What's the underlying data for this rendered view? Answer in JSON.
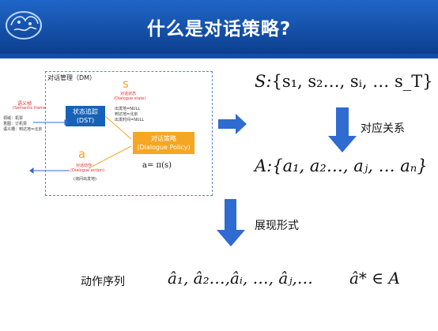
{
  "title": "什么是对话策略?",
  "dm": {
    "label": "对话管理（DM）",
    "s_symbol": "s",
    "s_cn": "对话状态",
    "s_en": "(Dialogue state)",
    "state_lines": [
      "出发地=NULL",
      "到达地=北京",
      "出发时间=NULL"
    ],
    "dst_cn": "状态追踪",
    "dst_en": "(DST)",
    "policy_cn": "对话策略",
    "policy_en": "(Dialogue Policy)",
    "a_symbol": "a",
    "a_cn": "对话动作",
    "a_en": "(Dialogue action)",
    "a_note": "(询问出发地)",
    "formula": "a= π(s)"
  },
  "semantic": {
    "cn": "语义帧",
    "en": "(Semantic frame)",
    "lines": [
      "领域：机票",
      "意图：订机票",
      "语义槽：到达地=北京"
    ]
  },
  "right": {
    "S_label": "S:",
    "S_set": "{s₁, s₂…, sᵢ, … s_T}",
    "mapping_label": "对应关系",
    "A_label": "A:",
    "A_set": "{a₁, a₂…, aⱼ, … aₙ}",
    "form_label": "展现形式",
    "seq_label": "动作序列",
    "seq": "â₁, â₂…,âᵢ, …, âⱼ,…",
    "a_star": "â* ∈ A"
  },
  "colors": {
    "header": "#1250ad",
    "blue_box": "#1762b6",
    "orange_box": "#f5a623",
    "arrow": "#2f6bd0",
    "red_text": "#e0302e"
  }
}
